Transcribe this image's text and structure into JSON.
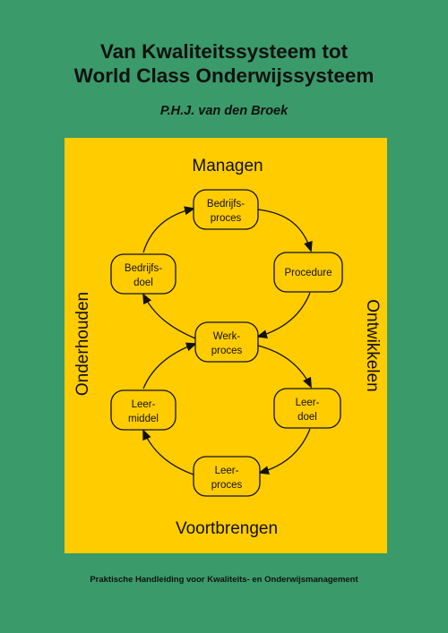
{
  "cover": {
    "title_line1": "Van Kwaliteitssysteem tot",
    "title_line2": "World Class Onderwijssysteem",
    "author": "P.H.J. van den Broek",
    "subtitle": "Praktische Handleiding voor Kwaliteits- en Onderwijsmanagement"
  },
  "diagram": {
    "side_labels": {
      "top": "Managen",
      "bottom": "Voortbrengen",
      "left": "Onderhouden",
      "right": "Ontwikkelen"
    },
    "nodes": {
      "bedrijfsproces": {
        "line1": "Bedrijfs-",
        "line2": "proces"
      },
      "procedure": {
        "line1": "Procedure"
      },
      "bedrijfsdoel": {
        "line1": "Bedrijfs-",
        "line2": "doel"
      },
      "werkproces": {
        "line1": "Werk-",
        "line2": "proces"
      },
      "leerdoel": {
        "line1": "Leer-",
        "line2": "doel"
      },
      "leermiddel": {
        "line1": "Leer-",
        "line2": "middel"
      },
      "leerproces": {
        "line1": "Leer-",
        "line2": "proces"
      }
    },
    "colors": {
      "background": "#3a9a6a",
      "panel": "#ffcc00",
      "ink": "#111111"
    }
  }
}
